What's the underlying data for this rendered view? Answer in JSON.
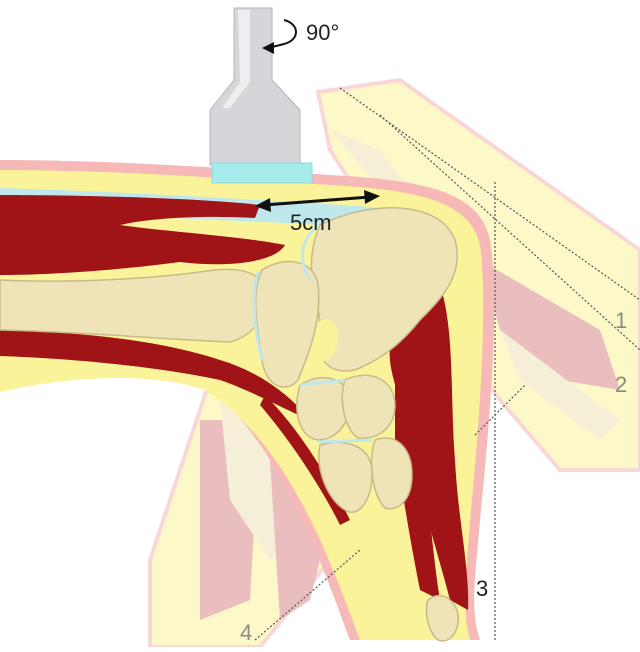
{
  "labels": {
    "rotation": "90°",
    "distance": "5cm",
    "plane_1": "1",
    "plane_2": "2",
    "plane_3": "3",
    "plane_4": "4"
  },
  "colors": {
    "skin": "#f7b8b8",
    "fat": "#fbf39a",
    "muscle": "#a01418",
    "muscle_faded": "#d98a8a",
    "bone": "#efe3b8",
    "cartilage": "#bfe8ec",
    "probe": "#d6d6da",
    "probe_tip": "#a7ecec",
    "background": "#ffffff"
  },
  "icons": {
    "probe": "ultrasound-probe-icon",
    "rotation_arrow": "curved-rotation-arrow-icon",
    "distance_arrow": "double-headed-arrow-icon"
  }
}
